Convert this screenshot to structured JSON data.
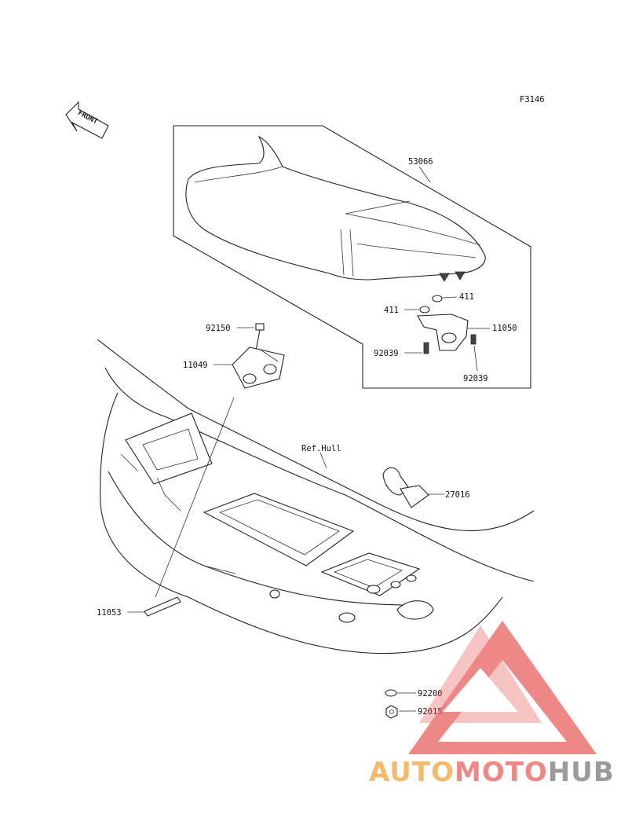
{
  "figure_code": "F3146",
  "front_arrow_label": "FRONT",
  "parts": {
    "seat": "53066",
    "washer_right": "411",
    "washer_left": "411",
    "seat_bracket": "11050",
    "bolt_bracket_left": "92039",
    "bolt_bracket_right": "92039",
    "bolt_hull": "92150",
    "hull_bracket": "11049",
    "hull_ref": "Ref.Hull",
    "bumper": "27016",
    "strap": "11053",
    "washer_bottom": "92200",
    "nut_bottom": "92015"
  },
  "watermark": {
    "part1": "AUTO",
    "part2": "MOTO",
    "part3": "HUB",
    "color_orange": "#f2a33a",
    "color_red": "#e8615f",
    "color_grey": "#7a7a7a"
  }
}
